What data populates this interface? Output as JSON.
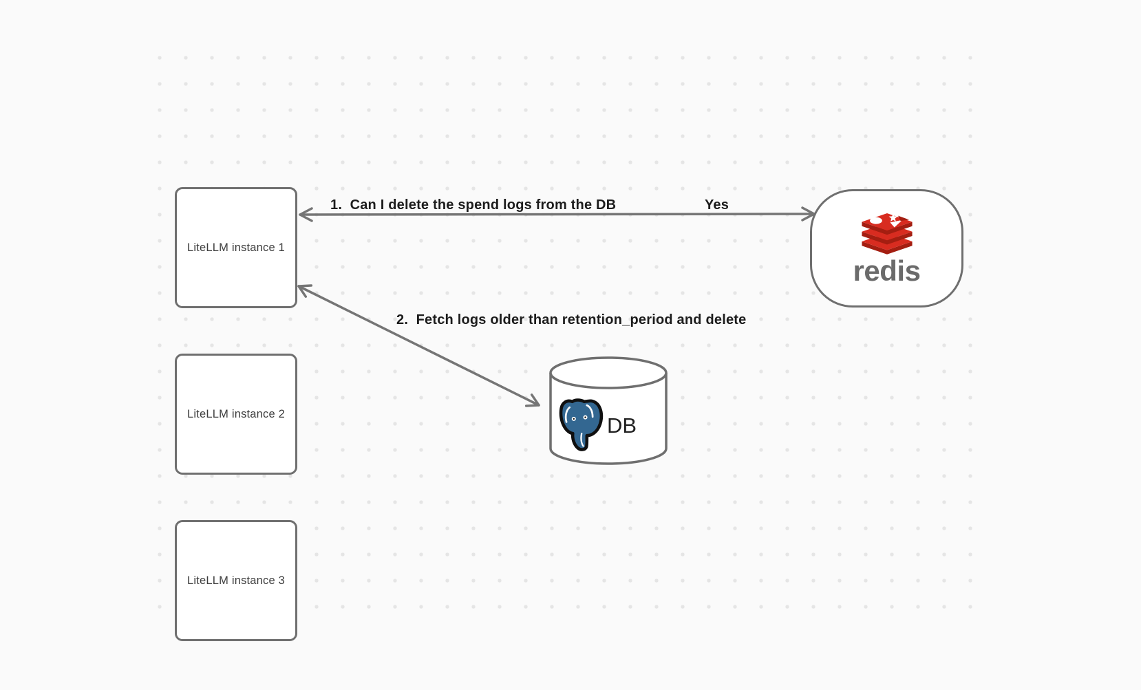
{
  "diagram": {
    "background": "#fafafa",
    "dot_color": "#e5e5e5",
    "node_stroke_color": "#6f6f6f",
    "arrow_color": "#757575",
    "label_color": "#1c1c1c"
  },
  "nodes": {
    "instances": [
      {
        "label": "LiteLLM instance 1"
      },
      {
        "label": "LiteLLM instance 2"
      },
      {
        "label": "LiteLLM instance 3"
      }
    ],
    "redis": {
      "wordmark": "redis",
      "icon": "redis-stack-logo",
      "brand_red": "#d82c20",
      "brand_dark_red": "#a41e11",
      "wordmark_color": "#6b6b6b"
    },
    "db": {
      "label": "DB",
      "icon": "postgresql-elephant-logo",
      "brand_blue": "#336791"
    }
  },
  "edges": {
    "edge1": {
      "label": "1.  Can I delete the spend logs from the DB",
      "response": "Yes",
      "from": "LiteLLM instance 1",
      "to": "redis",
      "style": "double-headed-arrow"
    },
    "edge2": {
      "label": "2.  Fetch logs older than retention_period and delete",
      "from": "LiteLLM instance 1",
      "to": "DB",
      "style": "double-headed-arrow"
    }
  }
}
